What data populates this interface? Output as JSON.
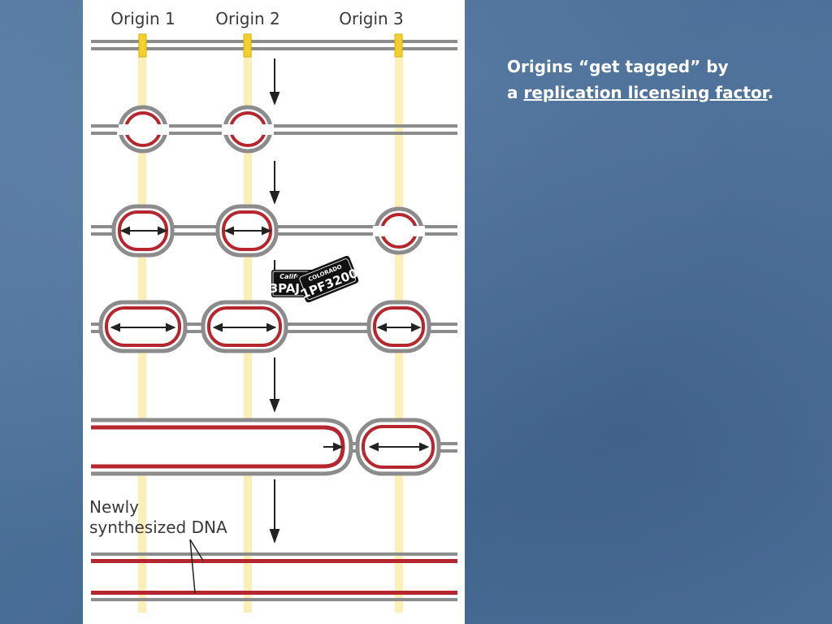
{
  "diagram": {
    "origin_labels": [
      "Origin 1",
      "Origin 2",
      "Origin 3"
    ],
    "newly_label_line1": "Newly",
    "newly_label_line2": "synthesized DNA",
    "plate1": {
      "top": "California",
      "number": "3PAJ526"
    },
    "plate2": {
      "top": "COLORADO",
      "number": "1PF3200"
    },
    "colors": {
      "parent_strand": "#8c8c8c",
      "new_strand": "#b5262e",
      "origin_marker": "#f2cf2a",
      "origin_guide": "#fbf1b8",
      "arrow": "#222222"
    }
  },
  "caption": {
    "line1": "Origins “get tagged” by",
    "line2_prefix": "a ",
    "line2_link": "replication licensing factor",
    "line2_suffix": "."
  }
}
